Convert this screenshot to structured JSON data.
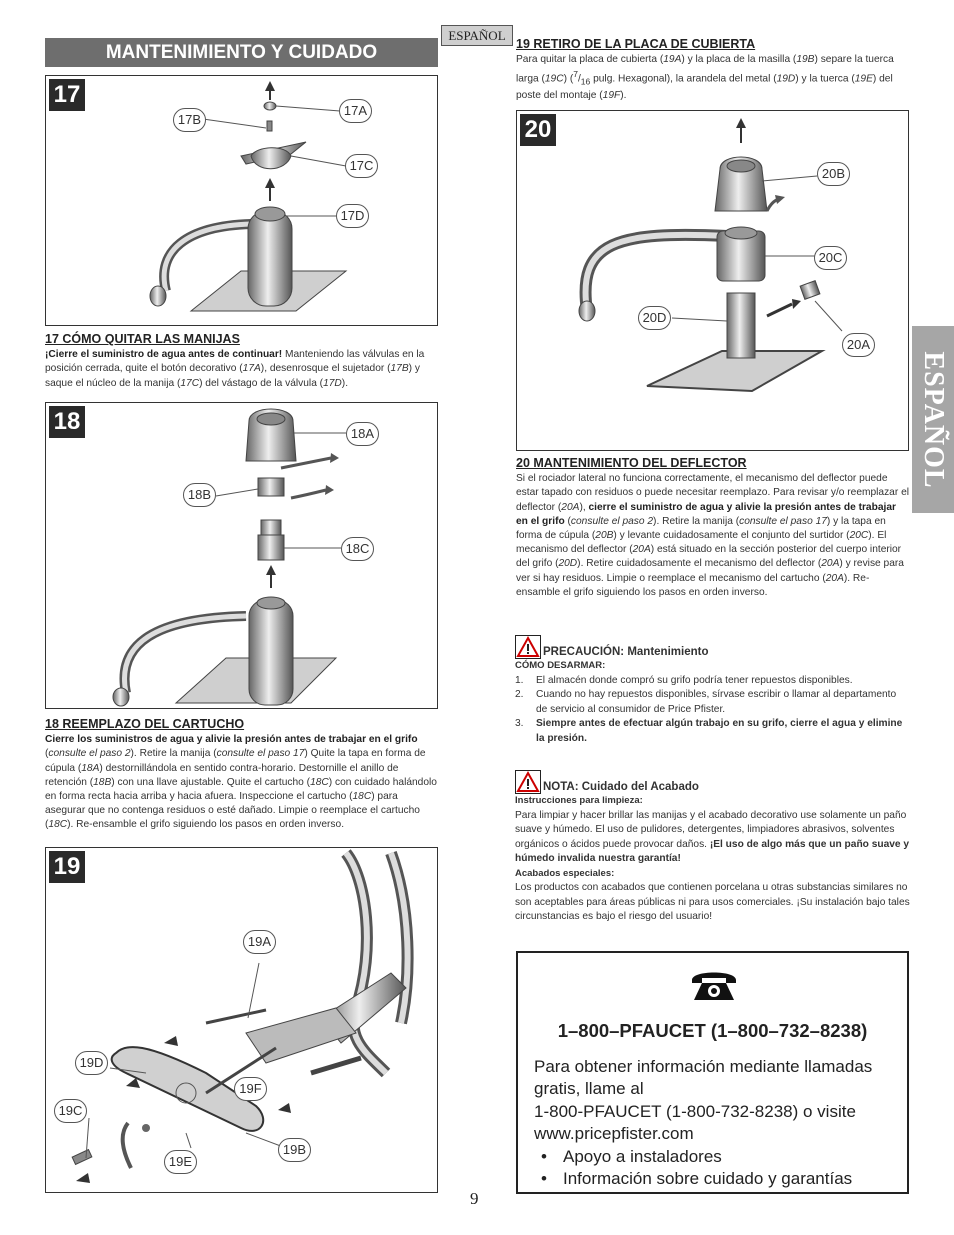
{
  "language_tag": "ESPAÑOL",
  "section_title": "MANTENIMIENTO Y CUIDADO",
  "side_tab": "ESPAÑOL",
  "figures": {
    "f17": {
      "number": "17",
      "callouts": [
        "17B",
        "17A",
        "17C",
        "17D"
      ]
    },
    "f18": {
      "number": "18",
      "callouts": [
        "18A",
        "18B",
        "18C"
      ]
    },
    "f19": {
      "number": "19",
      "callouts": [
        "19A",
        "19D",
        "19C",
        "19F",
        "19E",
        "19B"
      ]
    },
    "f20": {
      "number": "20",
      "callouts": [
        "20B",
        "20C",
        "20D",
        "20A"
      ]
    }
  },
  "step17": {
    "heading": "17  CÓMO QUITAR LAS MANIJAS",
    "bold_lead": "¡Cierre el suministro de agua antes de continuar!",
    "t1": " Manteniendo las válvulas en la posición cerrada, quite el botón decorativo (",
    "r1": "17A",
    "t2": "), desenrosque el sujetador (",
    "r2": "17B",
    "t3": ") y saque el núcleo de la manija (",
    "r3": "17C",
    "t4": ") del vástago de la válvula (",
    "r4": "17D",
    "t5": ")."
  },
  "step18": {
    "heading": "18  REEMPLAZO DEL CARTUCHO",
    "bold_lead": "Cierre los suministros de agua y alivie la presión antes de trabajar en el grifo",
    "t0": " (",
    "i1": "consulte el paso 2",
    "t1": "). Retire la manija (",
    "i2": "consulte el paso 17",
    "t2": ")  Quite la tapa en forma de cúpula (",
    "r1": "18A",
    "t3": ") destornillándola en sentido contra-horario. Destornille el anillo de retención (",
    "r2": "18B",
    "t4": ") con una llave ajustable.  Quite el cartucho (",
    "r3": "18C",
    "t5": ") con cuidado halándolo en forma recta hacia arriba y hacia afuera. Inspeccione el cartucho (",
    "r4": "18C",
    "t6": ") para asegurar que no contenga residuos o esté dañado. Limpie o reemplace el cartucho (",
    "r5": "18C",
    "t7": "). Re-ensamble el grifo siguiendo los pasos en orden inverso."
  },
  "step19": {
    "heading": "19  RETIRO DE LA PLACA DE CUBIERTA",
    "t1": "Para quitar la placa de cubierta (",
    "r1": "19A",
    "t2": ") y la placa de la masilla (",
    "r2": "19B",
    "t3": ") separe la tuerca larga (",
    "r3": "19C",
    "t4": ") (",
    "frac_num": "7",
    "frac_den": "16",
    "t5": " pulg. Hexagonal), la arandela del metal (",
    "r4": "19D",
    "t6": ") y la tuerca (",
    "r5": "19E",
    "t7": ") del poste del montaje (",
    "r6": "19F",
    "t8": ")."
  },
  "step20": {
    "heading": "20  MANTENIMIENTO DEL DEFLECTOR",
    "t1": "Si el rociador lateral no funciona correctamente, el mecanismo del deflector puede estar tapado con residuos o puede necesitar reemplazo. Para revisar y/o reemplazar el deflector (",
    "r1": "20A",
    "t2": "), ",
    "b1": "cierre el suministro de agua y alivie la presión antes de trabajar en el grifo",
    "t3": " (",
    "i1": "consulte el paso 2",
    "t4": "). Retire la manija (",
    "i2": "consulte el paso 17",
    "t5": ") y la tapa en forma de cúpula (",
    "r2": "20B",
    "t6": ") y levante cuidadosamente el conjunto del surtidor (",
    "r3": "20C",
    "t7": "). El mecanismo del deflector (",
    "r4": "20A",
    "t8": ") está situado en la sección posterior del cuerpo interior del grifo (",
    "r5": "20D",
    "t9": "). Retire cuidadosamente el mecanismo del deflector (",
    "r6": "20A",
    "t10": ") y revise para ver si hay residuos. Limpie o reemplace el mecanismo del cartucho (",
    "r7": "20A",
    "t11": "). Re-ensamble el grifo siguiendo los pasos en orden inverso."
  },
  "caution": {
    "title": "PRECAUCIÓN: Mantenimiento",
    "subtitle": "CÓMO DESARMAR:",
    "items": [
      {
        "n": "1.",
        "text": "El almacén donde compró su grifo podría tener repuestos disponibles."
      },
      {
        "n": "2.",
        "text": "Cuando no hay repuestos disponibles, sírvase escribir o llamar al departamento de servicio al consumidor de Price Pfister."
      },
      {
        "n": "3.",
        "text": "Siempre antes de efectuar algún trabajo en su grifo, cierre el agua y elimine la presión."
      }
    ]
  },
  "note": {
    "title": "NOTA: Cuidado del Acabado",
    "sub1": "Instrucciones para limpieza:",
    "p1": "Para limpiar y hacer brillar las manijas y el acabado decorativo use solamente un paño suave y húmedo. El uso de pulidores, detergentes, limpiadores abrasivos, solventes orgánicos o ácidos puede provocar daños. ",
    "p1_bold": "¡El uso de algo más que un paño suave y húmedo invalida nuestra garantía!",
    "sub2": "Acabados especiales:",
    "p2": "Los productos con acabados que contienen porcelana u otras substancias similares no son aceptables para áreas públicas ni para usos comerciales. ¡Su instalación bajo tales circunstancias es bajo el riesgo del usuario!"
  },
  "contact": {
    "icon": "telephone-icon",
    "number": "1–800–PFAUCET (1–800–732–8238)",
    "line1": "Para obtener información mediante llamadas gratis, llame al",
    "line2": "1-800-PFAUCET (1-800-732-8238) o visite",
    "website": "www.pricepfister.com",
    "bullets": [
      "Apoyo a instaladores",
      "Información sobre cuidado y garantías"
    ]
  },
  "page_number": "9"
}
